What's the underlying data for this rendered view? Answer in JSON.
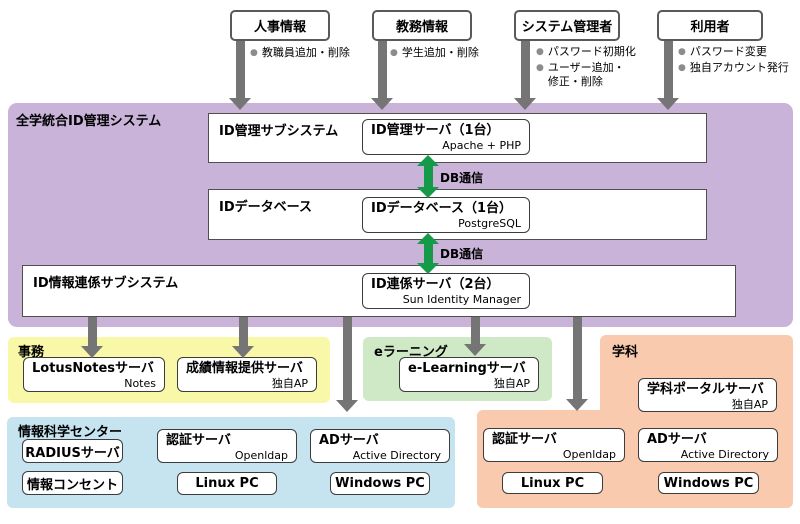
{
  "sources": [
    {
      "label": "人事情報",
      "bullets": [
        "教職員追加・削除"
      ]
    },
    {
      "label": "教務情報",
      "bullets": [
        "学生追加・削除"
      ]
    },
    {
      "label": "システム管理者",
      "bullets": [
        "パスワード初期化",
        "ユーザー追加・\n修正・削除"
      ]
    },
    {
      "label": "利用者",
      "bullets": [
        "パスワード変更",
        "独自アカウント発行"
      ]
    }
  ],
  "system": {
    "label": "全学統合ID管理システム",
    "db_link_label": "DB通信",
    "rows": [
      {
        "label": "ID管理サブシステム",
        "server": "ID管理サーバ（1台）",
        "tech": "Apache + PHP"
      },
      {
        "label": "IDデータベース",
        "server": "IDデータベース（1台）",
        "tech": "PostgreSQL"
      },
      {
        "label": "ID情報連係サブシステム",
        "server": "ID連係サーバ（2台）",
        "tech": "Sun Identity Manager"
      }
    ]
  },
  "zones": {
    "jimu": {
      "label": "事務",
      "servers": [
        {
          "name": "LotusNotesサーバ",
          "tech": "Notes"
        },
        {
          "name": "成績情報提供サーバ",
          "tech": "独自AP"
        }
      ]
    },
    "elearning": {
      "label": "eラーニング",
      "server": {
        "name": "e-Learningサーバ",
        "tech": "独自AP"
      }
    },
    "gakka": {
      "label": "学科",
      "portal": {
        "name": "学科ポータルサーバ",
        "tech": "独自AP"
      },
      "auth": {
        "name": "認証サーバ",
        "tech": "Openldap"
      },
      "ad": {
        "name": "ADサーバ",
        "tech": "Active Directory"
      },
      "pc_linux": "Linux PC",
      "pc_windows": "Windows PC"
    },
    "center": {
      "label": "情報科学センター",
      "radius_server": "RADIUSサーバ",
      "info_outlet": "情報コンセント",
      "auth": {
        "name": "認証サーバ",
        "tech": "Openldap"
      },
      "ad": {
        "name": "ADサーバ",
        "tech": "Active Directory"
      },
      "pc_linux": "Linux PC",
      "pc_windows": "Windows PC"
    }
  },
  "colors": {
    "main_system_bg": "#c9b3d9",
    "zone_jimu_bg": "#f8f8a8",
    "zone_elearning_bg": "#cfe8c5",
    "zone_gakka_bg": "#f9caad",
    "zone_center_bg": "#c5e4f0",
    "arrow_gray": "#757575",
    "arrow_green": "#149a48"
  }
}
